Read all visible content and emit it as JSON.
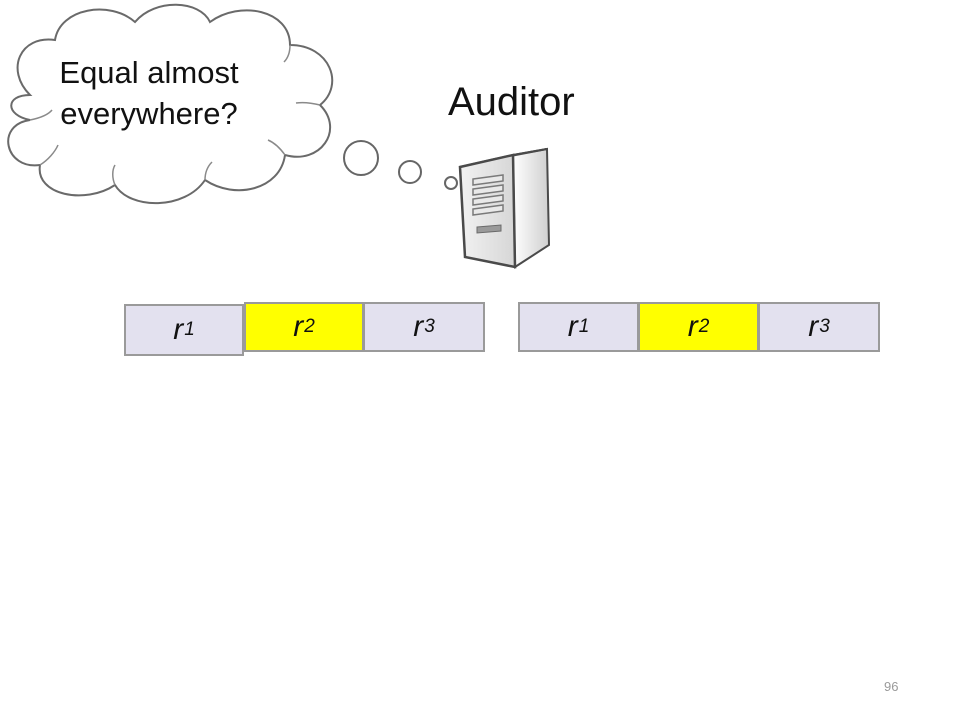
{
  "thought": {
    "line1": "Equal almost",
    "line2": "everywhere?"
  },
  "title": "Auditor",
  "server_icon": "server-icon",
  "arrays": [
    {
      "cells": [
        {
          "var": "r",
          "sub": "1",
          "color": "#e3e1ef"
        },
        {
          "var": "r",
          "sub": "2",
          "color": "#ffff00"
        },
        {
          "var": "r",
          "sub": "3",
          "color": "#e3e1ef"
        }
      ]
    },
    {
      "cells": [
        {
          "var": "r",
          "sub": "1",
          "color": "#e3e1ef"
        },
        {
          "var": "r",
          "sub": "2",
          "color": "#ffff00"
        },
        {
          "var": "r",
          "sub": "3",
          "color": "#e3e1ef"
        }
      ]
    }
  ],
  "page_number": "96"
}
